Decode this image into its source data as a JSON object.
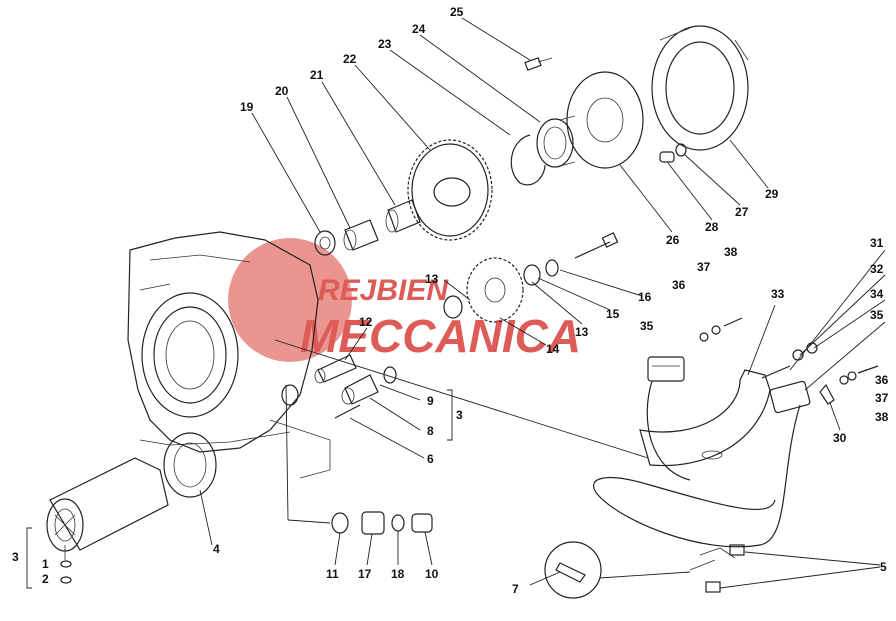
{
  "watermark": {
    "line1": "REJBIEN",
    "line2": "MECCANICA",
    "color": "#d9403a"
  },
  "labels": {
    "l1": "1",
    "l2": "2",
    "l3a": "3",
    "l3b": "3",
    "l4": "4",
    "l5": "5",
    "l6": "6",
    "l7": "7",
    "l8": "8",
    "l9": "9",
    "l10": "10",
    "l11": "11",
    "l12": "12",
    "l13a": "13",
    "l13b": "13",
    "l14": "14",
    "l15": "15",
    "l16": "16",
    "l17": "17",
    "l18": "18",
    "l19": "19",
    "l20": "20",
    "l21": "21",
    "l22": "22",
    "l23": "23",
    "l24": "24",
    "l25": "25",
    "l26": "26",
    "l27": "27",
    "l28": "28",
    "l29": "29",
    "l30": "30",
    "l31": "31",
    "l32": "32",
    "l33": "33",
    "l34": "34",
    "l35a": "35",
    "l35b": "35",
    "l36a": "36",
    "l36b": "36",
    "l37a": "37",
    "l37b": "37",
    "l38a": "38",
    "l38b": "38"
  }
}
